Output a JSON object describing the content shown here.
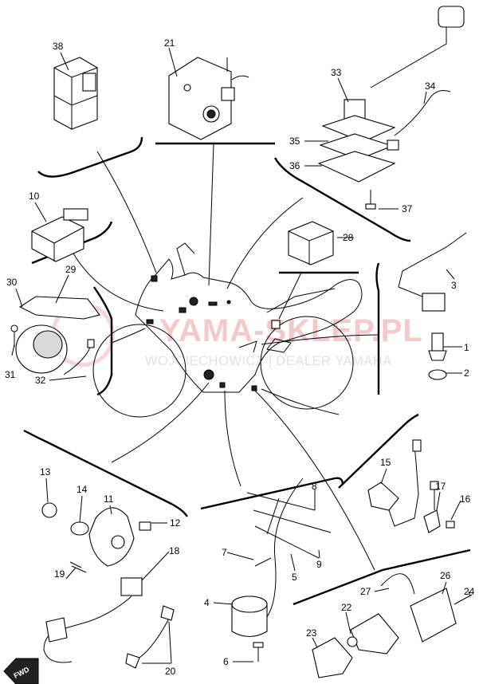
{
  "watermark": {
    "title": "YAMA-SKLEP.PL",
    "subtitle": "WOJCIECHOWICZ | DEALER YAMAHA"
  },
  "fwd_label": "FWD",
  "callouts": [
    {
      "id": "1",
      "label": "1"
    },
    {
      "id": "2",
      "label": "2"
    },
    {
      "id": "3",
      "label": "3"
    },
    {
      "id": "4",
      "label": "4"
    },
    {
      "id": "5",
      "label": "5"
    },
    {
      "id": "6",
      "label": "6"
    },
    {
      "id": "7",
      "label": "7"
    },
    {
      "id": "8",
      "label": "8"
    },
    {
      "id": "9",
      "label": "9"
    },
    {
      "id": "10",
      "label": "10"
    },
    {
      "id": "11",
      "label": "11"
    },
    {
      "id": "12",
      "label": "12"
    },
    {
      "id": "13",
      "label": "13"
    },
    {
      "id": "14",
      "label": "14"
    },
    {
      "id": "15",
      "label": "15"
    },
    {
      "id": "16",
      "label": "16"
    },
    {
      "id": "17",
      "label": "17"
    },
    {
      "id": "18",
      "label": "18"
    },
    {
      "id": "19",
      "label": "19"
    },
    {
      "id": "20",
      "label": "20"
    },
    {
      "id": "21",
      "label": "21"
    },
    {
      "id": "22",
      "label": "22"
    },
    {
      "id": "23",
      "label": "23"
    },
    {
      "id": "24",
      "label": "24"
    },
    {
      "id": "26",
      "label": "26"
    },
    {
      "id": "27",
      "label": "27"
    },
    {
      "id": "28",
      "label": "28"
    },
    {
      "id": "29",
      "label": "29"
    },
    {
      "id": "30",
      "label": "30"
    },
    {
      "id": "31",
      "label": "31"
    },
    {
      "id": "32",
      "label": "32"
    },
    {
      "id": "33",
      "label": "33"
    },
    {
      "id": "34",
      "label": "34"
    },
    {
      "id": "35",
      "label": "35"
    },
    {
      "id": "36",
      "label": "36"
    },
    {
      "id": "37",
      "label": "37"
    },
    {
      "id": "38",
      "label": "38"
    }
  ]
}
